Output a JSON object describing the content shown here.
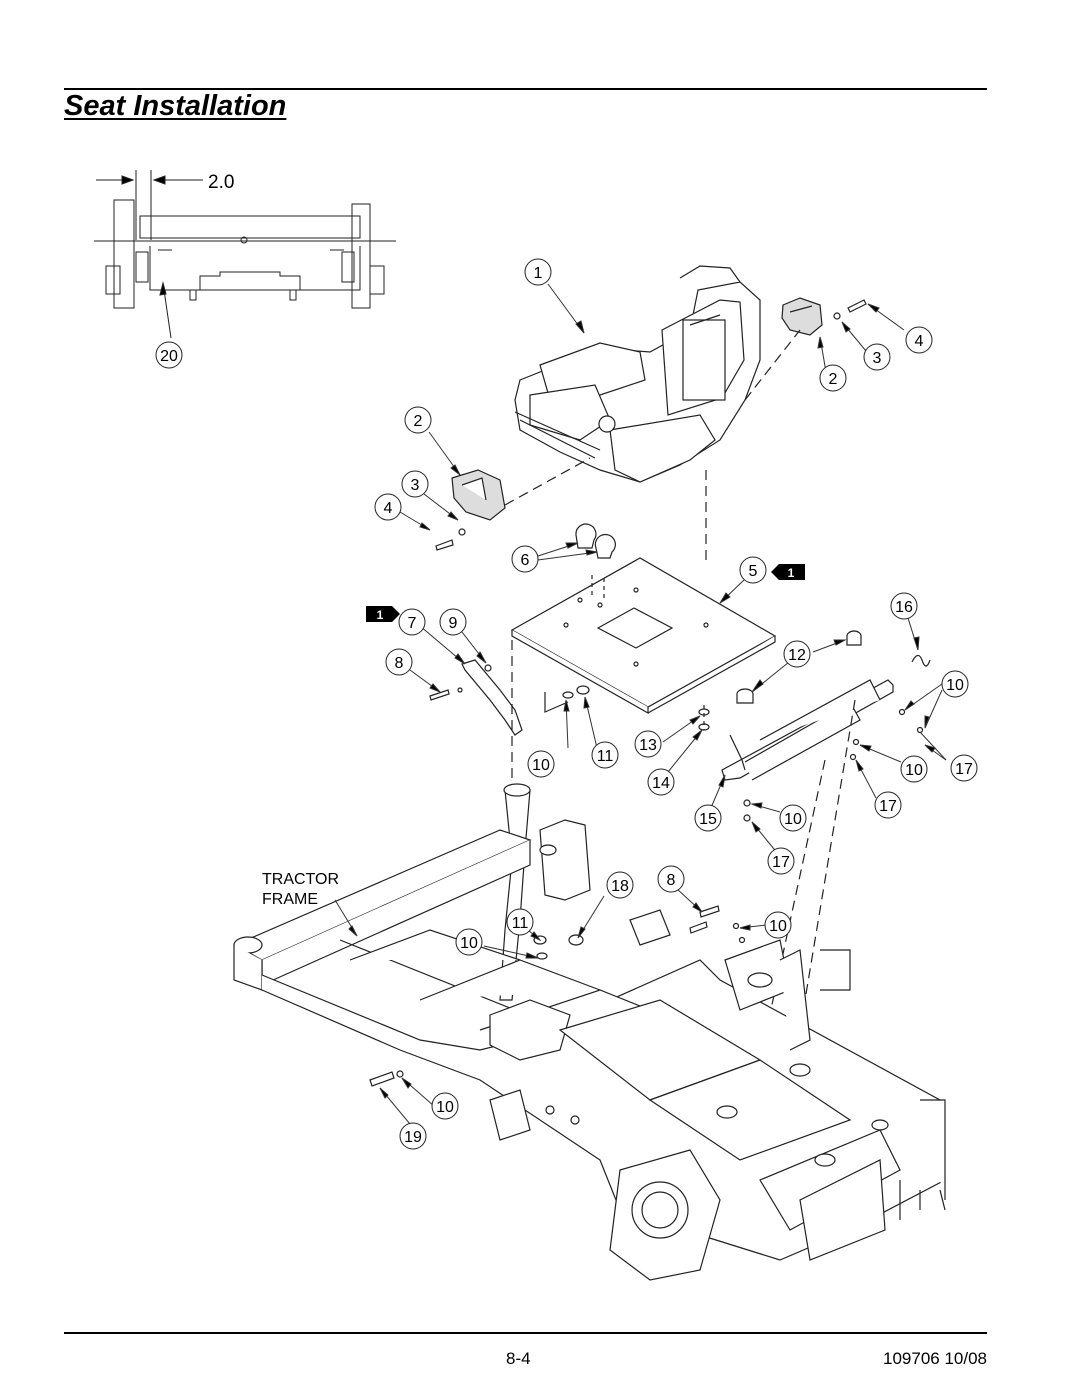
{
  "page": {
    "title": "Seat Installation",
    "page_number": "8-4",
    "doc_id": "109706 10/08"
  },
  "diagram": {
    "dimension_label": "2.0",
    "frame_label_line1": "TRACTOR",
    "frame_label_line2": "FRAME",
    "flag_label": "1",
    "callouts": [
      "1",
      "2",
      "3",
      "4",
      "20",
      "2",
      "3",
      "4",
      "6",
      "5",
      "16",
      "7",
      "9",
      "8",
      "12",
      "10",
      "10",
      "11",
      "13",
      "14",
      "10",
      "17",
      "17",
      "15",
      "10",
      "17",
      "8",
      "18",
      "11",
      "10",
      "10",
      "10",
      "19"
    ]
  },
  "colors": {
    "ink": "#000000",
    "paper": "#ffffff",
    "line": "#333333"
  }
}
